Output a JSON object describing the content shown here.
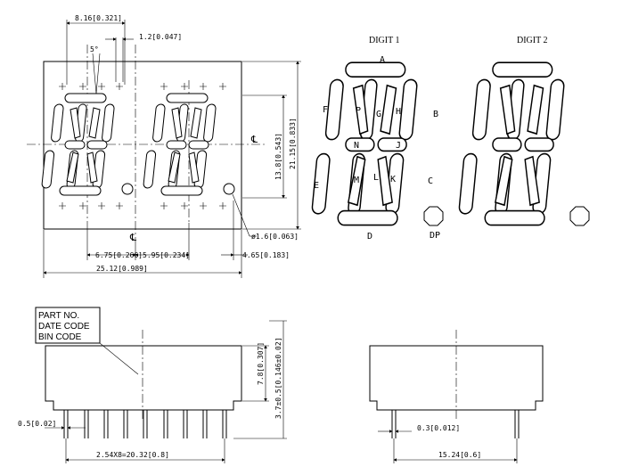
{
  "front": {
    "dims": {
      "segment_width": "8.16[0.321]",
      "offset": "1.2[0.047]",
      "angle": "5°",
      "digit_height": "13.8[0.543]",
      "overall_height": "21.15[0.833]",
      "dp_diameter": "ø1.6[0.063]",
      "pitch_a": "6.75[0.266]",
      "pitch_b": "5.95[0.234]",
      "edge": "4.65[0.183]",
      "overall_width": "25.12[0.989]",
      "center_mark": "℄"
    }
  },
  "segments": {
    "digit1_title": "DIGIT 1",
    "digit2_title": "DIGIT 2",
    "labels": {
      "A": "A",
      "B": "B",
      "C": "C",
      "D": "D",
      "E": "E",
      "F": "F",
      "G": "G",
      "H": "H",
      "J": "J",
      "K": "K",
      "L": "L",
      "M": "M",
      "N": "N",
      "P": "P",
      "DP": "DP"
    }
  },
  "side": {
    "box_lines": [
      "PART NO.",
      "DATE CODE",
      "BIN CODE"
    ],
    "dims": {
      "body_height": "7.8[0.307]",
      "pin_length": "3.7±0.5[0.146±0.02]",
      "pin_width": "0.5[0.02]",
      "pin_span": "2.54X8=20.32[0.8]",
      "pin_thick": "0.3[0.012]",
      "row_span": "15.24[0.6]"
    }
  }
}
